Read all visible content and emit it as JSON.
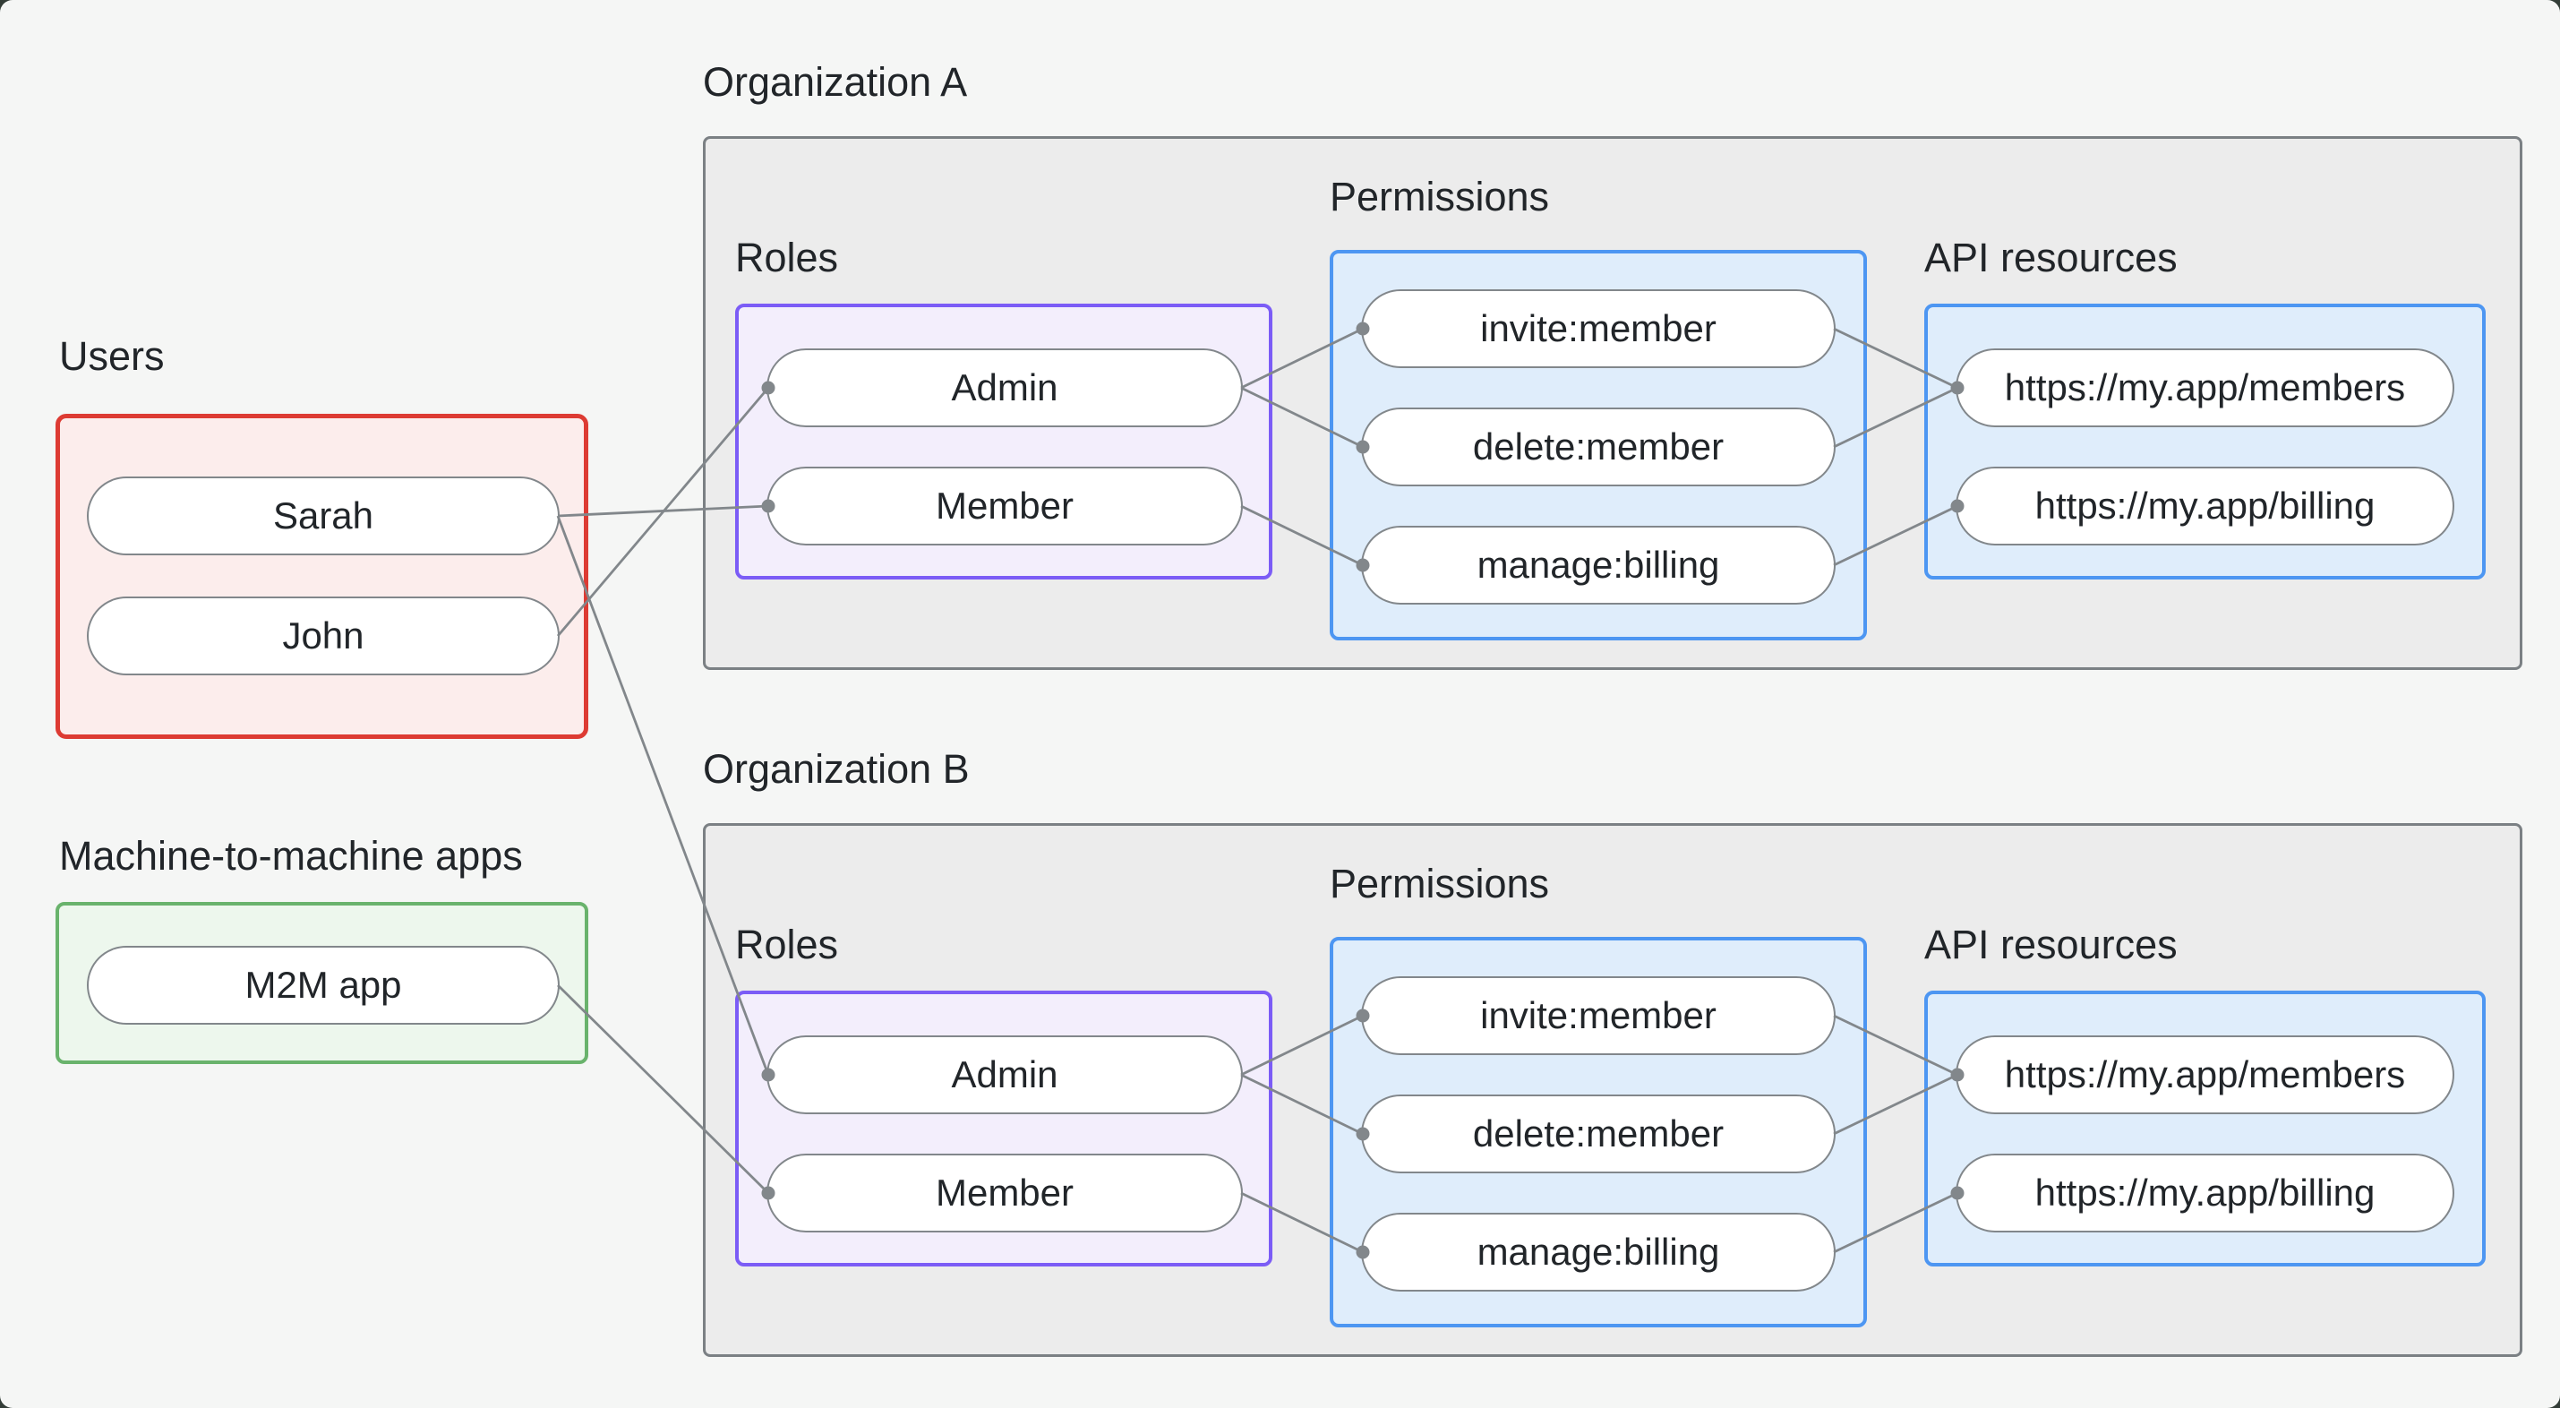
{
  "palette": {
    "page_background": "#f5f6f5",
    "window_backdrop": "#333d37",
    "org_box_fill": "#ececec",
    "org_box_border": "#7b8084",
    "users_fill": "#fcedec",
    "users_border": "#dd3b33",
    "m2m_fill": "#edf7ed",
    "m2m_border": "#69b36c",
    "roles_fill": "#f3eefc",
    "roles_border": "#7b5cf6",
    "blue_fill": "#dfedfb",
    "blue_border": "#4d96f2",
    "node_fill": "#ffffff",
    "node_border": "#82878b",
    "line": "#82878b",
    "text": "#212529"
  },
  "users_group": {
    "label": "Users",
    "items": [
      {
        "id": "u-sarah",
        "label": "Sarah"
      },
      {
        "id": "u-john",
        "label": "John"
      }
    ]
  },
  "m2m_group": {
    "label": "Machine-to-machine apps",
    "items": [
      {
        "id": "m2m",
        "label": "M2M app"
      }
    ]
  },
  "org_a": {
    "label": "Organization A",
    "roles": {
      "label": "Roles",
      "items": [
        {
          "id": "a-admin",
          "label": "Admin"
        },
        {
          "id": "a-member",
          "label": "Member"
        }
      ]
    },
    "permissions": {
      "label": "Permissions",
      "items": [
        {
          "id": "a-invite",
          "label": "invite:member"
        },
        {
          "id": "a-delete",
          "label": "delete:member"
        },
        {
          "id": "a-manage",
          "label": "manage:billing"
        }
      ]
    },
    "api_resources": {
      "label": "API resources",
      "items": [
        {
          "id": "a-members",
          "label": "https://my.app/members"
        },
        {
          "id": "a-billing",
          "label": "https://my.app/billing"
        }
      ]
    }
  },
  "org_b": {
    "label": "Organization B",
    "roles": {
      "label": "Roles",
      "items": [
        {
          "id": "b-admin",
          "label": "Admin"
        },
        {
          "id": "b-member",
          "label": "Member"
        }
      ]
    },
    "permissions": {
      "label": "Permissions",
      "items": [
        {
          "id": "b-invite",
          "label": "invite:member"
        },
        {
          "id": "b-delete",
          "label": "delete:member"
        },
        {
          "id": "b-manage",
          "label": "manage:billing"
        }
      ]
    },
    "api_resources": {
      "label": "API resources",
      "items": [
        {
          "id": "b-members",
          "label": "https://my.app/members"
        },
        {
          "id": "b-billing",
          "label": "https://my.app/billing"
        }
      ]
    }
  },
  "edges": [
    {
      "from": "u-john",
      "to": "a-admin"
    },
    {
      "from": "u-sarah",
      "to": "a-member"
    },
    {
      "from": "u-sarah",
      "to": "b-admin"
    },
    {
      "from": "m2m",
      "to": "b-member"
    },
    {
      "from": "a-admin",
      "to": "a-invite"
    },
    {
      "from": "a-admin",
      "to": "a-delete"
    },
    {
      "from": "a-member",
      "to": "a-manage"
    },
    {
      "from": "a-invite",
      "to": "a-members"
    },
    {
      "from": "a-delete",
      "to": "a-members"
    },
    {
      "from": "a-manage",
      "to": "a-billing"
    },
    {
      "from": "b-admin",
      "to": "b-invite"
    },
    {
      "from": "b-admin",
      "to": "b-delete"
    },
    {
      "from": "b-member",
      "to": "b-manage"
    },
    {
      "from": "b-invite",
      "to": "b-members"
    },
    {
      "from": "b-delete",
      "to": "b-members"
    },
    {
      "from": "b-manage",
      "to": "b-billing"
    }
  ]
}
